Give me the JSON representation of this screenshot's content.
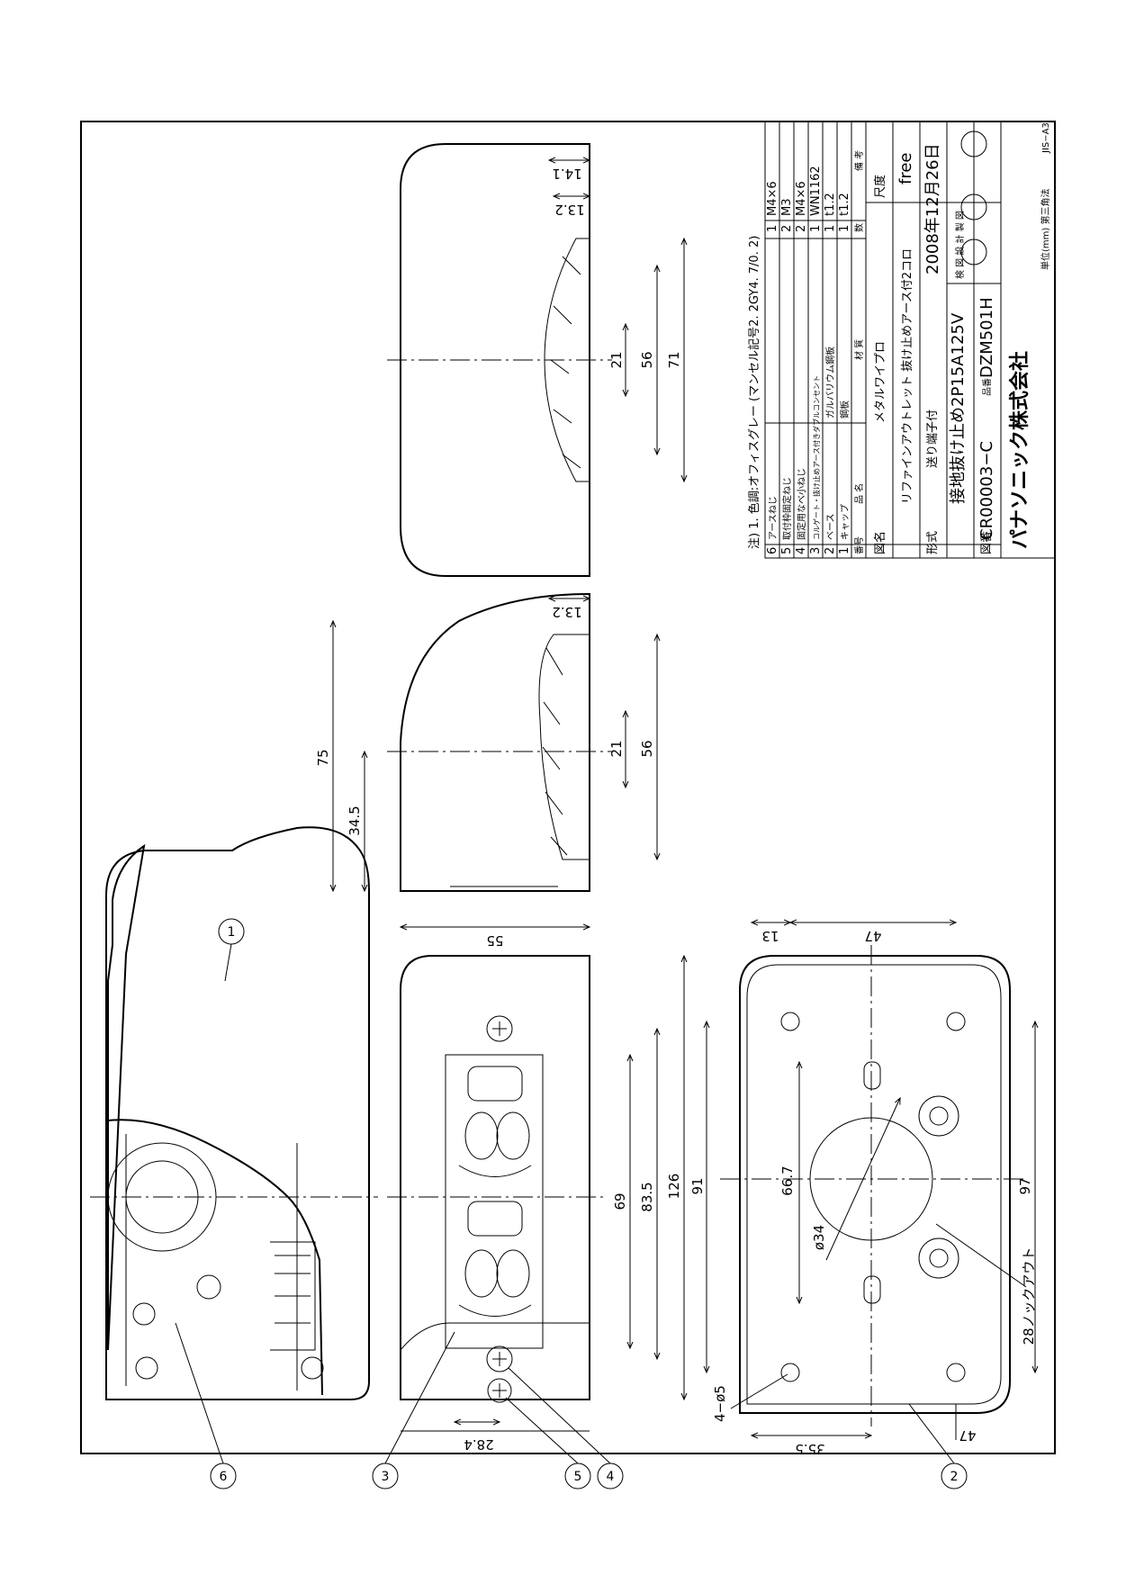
{
  "balloons": [
    "1",
    "2",
    "3",
    "4",
    "5",
    "6"
  ],
  "dims": {
    "d69": "69",
    "d83_5": "83.5",
    "d126": "126",
    "d91": "91",
    "d97": "97",
    "d66_7": "66.7",
    "phi34": "ø34",
    "d13": "13",
    "d47": "47",
    "d35_5": "35.5",
    "d28_4": "28.4",
    "d75": "75",
    "d34_5": "34.5",
    "d55": "55",
    "d21": "21",
    "d56": "56",
    "d71": "71",
    "d13_2": "13.2",
    "d14_1": "14.1",
    "holes": "4−ø5",
    "knockout": "28ノックアウト"
  },
  "notes": "注) 1. 色調:オフィスグレー (マンセル記号2. 2GY4. 7/0. 2)",
  "headers": {
    "no": "番号",
    "name": "品 名",
    "material": "材 質",
    "qty": "数",
    "note": "備 考"
  },
  "parts": [
    {
      "no": "6",
      "name": "アースねじ",
      "material": "",
      "qty": "1",
      "note": "M4×6"
    },
    {
      "no": "5",
      "name": "取付枠固定ねじ",
      "material": "",
      "qty": "2",
      "note": "M3"
    },
    {
      "no": "4",
      "name": "固定用なべ小ねじ",
      "material": "",
      "qty": "2",
      "note": "M4×6"
    },
    {
      "no": "3",
      "name": "コルゲート・抜け止めアース付きダブルコンセント",
      "material": "",
      "qty": "1",
      "note": "WN1162"
    },
    {
      "no": "2",
      "name": "ベース",
      "material": "ガルバリウム鋼板",
      "qty": "1",
      "note": "t1.2"
    },
    {
      "no": "1",
      "name": "キャップ",
      "material": "鋼板",
      "qty": "1",
      "note": "t1.2"
    }
  ],
  "title": {
    "name_label": "図名",
    "name_line1": "メタルワイプロ",
    "name_line2": "リファインアウトレット 抜け止めアース付2コロ",
    "scale_label": "尺度",
    "scale": "free",
    "model_label": "形式",
    "model_line1": "送り端子付",
    "model_line2": "接地抜け止め2P15A125V",
    "date": "2008年12月26日",
    "approvals": "検 図 設 計 製 図",
    "drawing_label": "図番",
    "drawing_no": "CR00003−C",
    "product_label": "品番",
    "product_no": "DZM501H",
    "company": "パナソニック株式会社",
    "unit": "単位(mm) 第三角法",
    "sheet": "JIS−A3"
  }
}
